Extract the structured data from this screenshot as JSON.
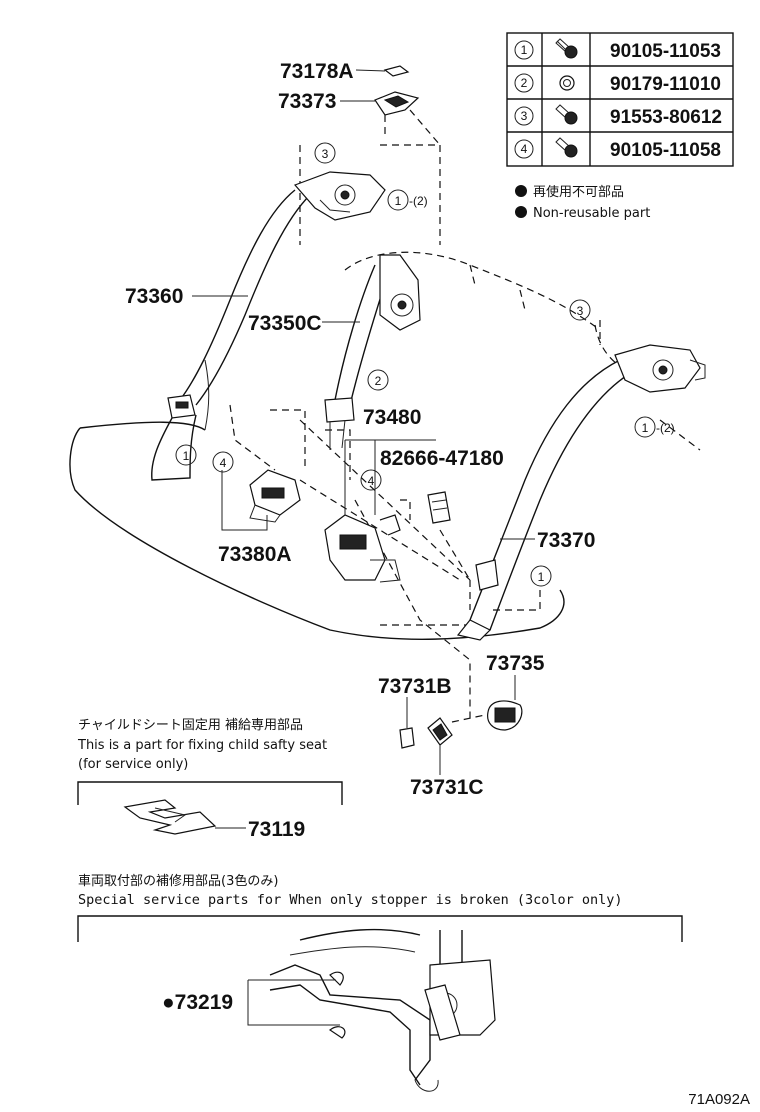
{
  "fastener_table": [
    {
      "index": "1",
      "part_no": "90105-11053"
    },
    {
      "index": "2",
      "part_no": "90179-11010"
    },
    {
      "index": "3",
      "part_no": "91553-80612"
    },
    {
      "index": "4",
      "part_no": "90105-11058"
    }
  ],
  "legend": {
    "non_reusable_ja": "再使用不可部品",
    "non_reusable_en": "Non-reusable part"
  },
  "parts": {
    "p73178A": "73178A",
    "p73373": "73373",
    "p73360": "73360",
    "p73350C": "73350C",
    "p73480": "73480",
    "p82666": "82666-47180",
    "p73380A": "73380A",
    "p73370": "73370",
    "p73735": "73735",
    "p73731B": "73731B",
    "p73731C": "73731C",
    "p73119": "73119",
    "p73219": "●73219"
  },
  "callouts": {
    "c3_top": "3",
    "c1_2_top": "1",
    "c1_2_top_paren": "-(2)",
    "c2_mid": "2",
    "c3_right": "3",
    "c1_2_right": "1",
    "c1_2_right_paren": "-(2)",
    "c1_left": "1",
    "c4_left": "4",
    "c4_mid": "4",
    "c1_lower": "1"
  },
  "child_seat_note": {
    "ja": "チャイルドシート固定用 補給専用部品",
    "en1": "This is a part for fixing child safty seat",
    "en2": "(for service only)"
  },
  "special_service_note": {
    "ja": "車両取付部の補修用部品(3色のみ)",
    "en": "Special  service  parts  for  When  only  stopper  is  broken  (3color  only)"
  },
  "figure_ref": "71A092A"
}
